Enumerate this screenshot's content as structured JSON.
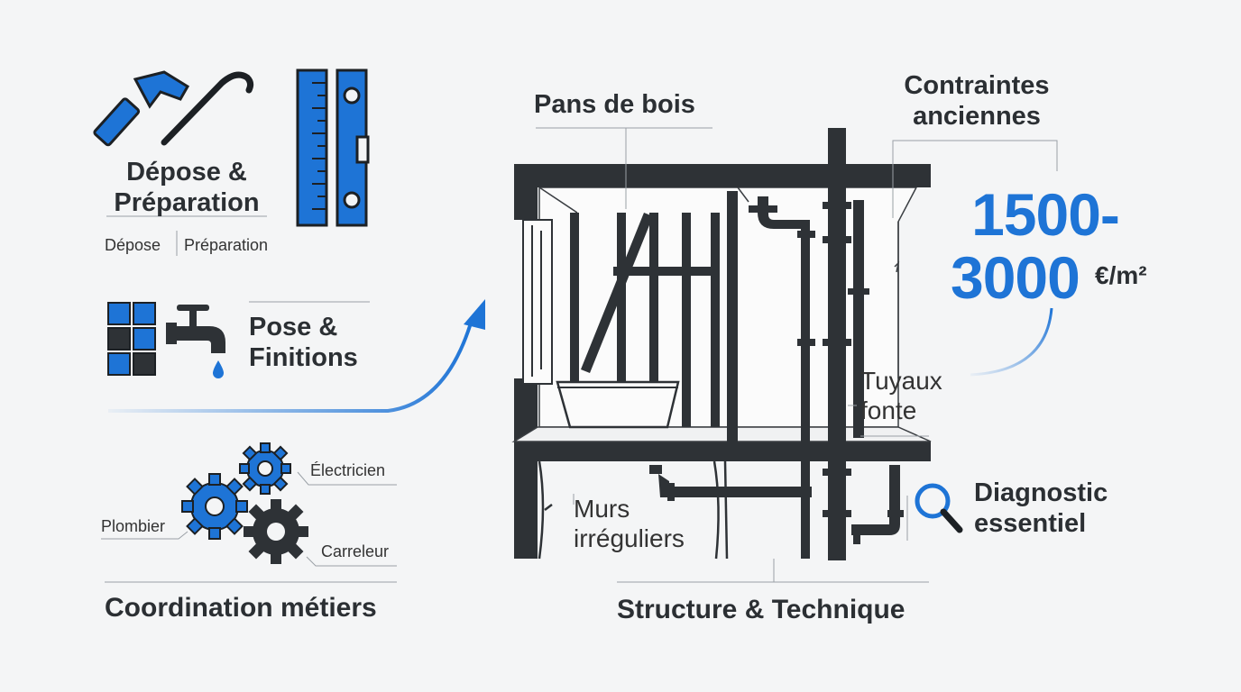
{
  "left": {
    "depose": {
      "title_line1": "Dépose &",
      "title_line2": "Préparation",
      "sub_left": "Dépose",
      "sub_right": "Préparation"
    },
    "pose": {
      "title_line1": "Pose &",
      "title_line2": "Finitions"
    },
    "coordination": {
      "title": "Coordination métiers",
      "labels": {
        "electricien": "Électricien",
        "plombier": "Plombier",
        "carreleur": "Carreleur"
      }
    }
  },
  "diagram": {
    "pans_de_bois": "Pans de bois",
    "contraintes_line1": "Contraintes",
    "contraintes_line2": "anciennes",
    "price_line1": "1500-",
    "price_line2": "3000",
    "price_unit": "€/m²",
    "tuyaux_line1": "Tuyaux",
    "tuyaux_line2": "fonte",
    "diagnostic_line1": "Diagnostic",
    "diagnostic_line2": "essentiel",
    "murs_line1": "Murs",
    "murs_line2": "irréguliers",
    "structure": "Structure & Technique"
  },
  "colors": {
    "accent": "#1e74d6",
    "dark": "#2e3236",
    "background": "#f4f5f6"
  },
  "icons": [
    "hammer-icon",
    "crowbar-icon",
    "ruler-icon",
    "spirit-level-icon",
    "tiles-icon",
    "faucet-icon",
    "gears-icon",
    "magnifier-icon",
    "arrow-icon"
  ]
}
